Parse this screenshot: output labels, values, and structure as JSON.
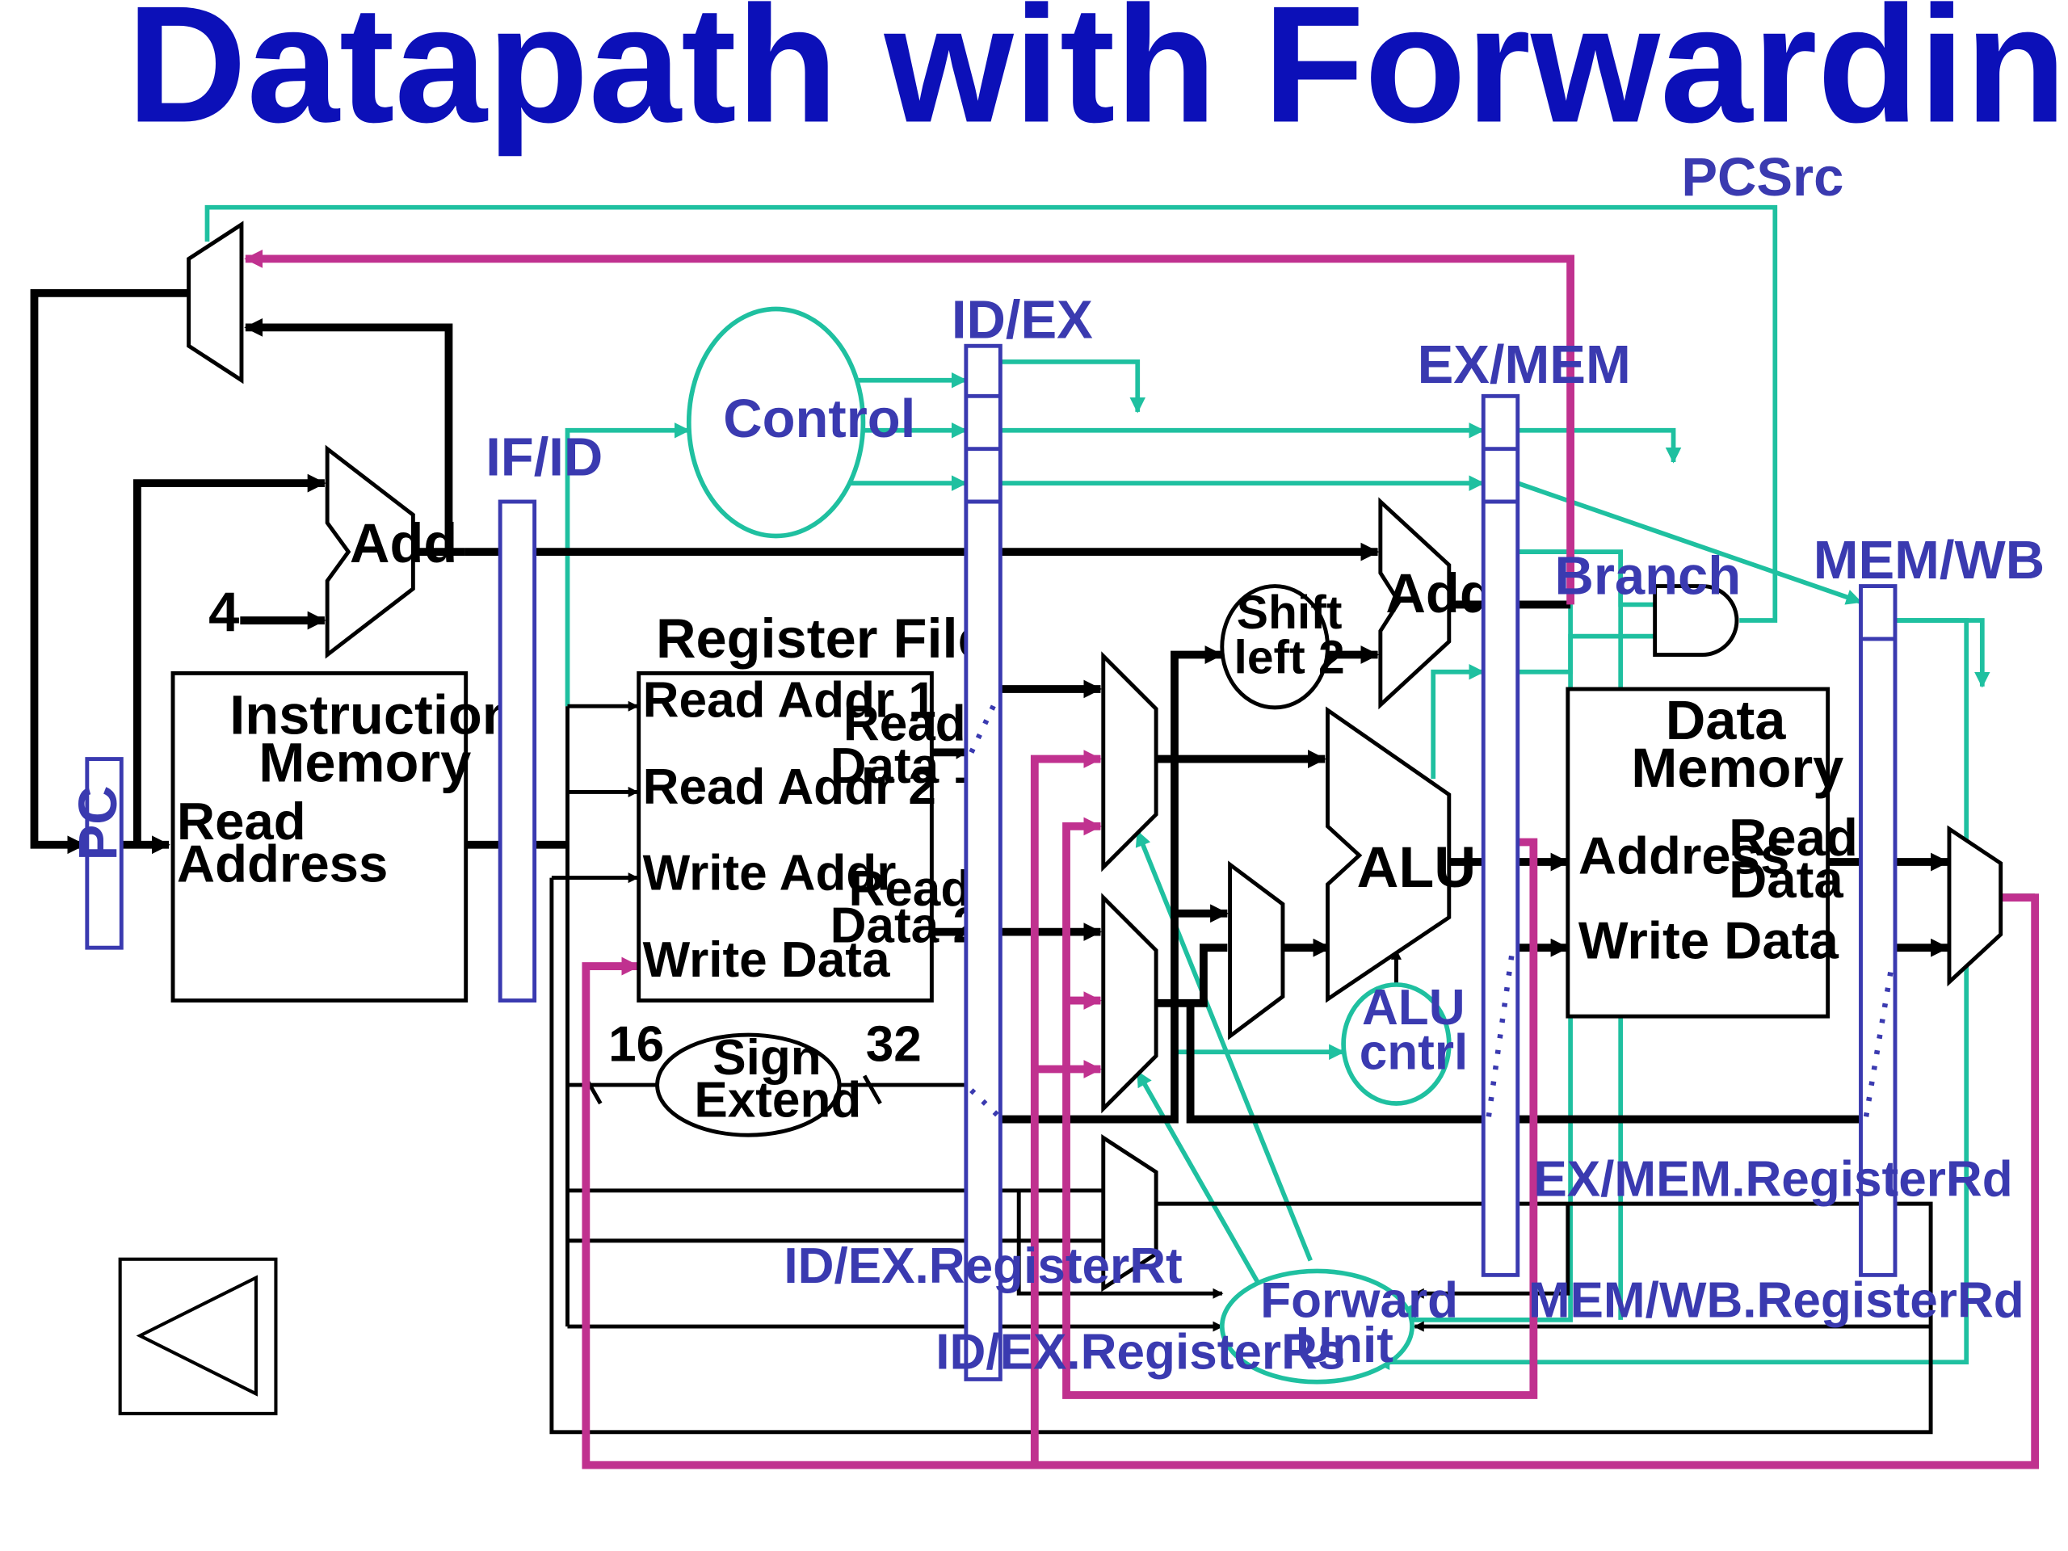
{
  "title": "Datapath with Forwarding Hardware",
  "labels": {
    "pcsrc": "PCSrc",
    "id_ex": "ID/EX",
    "ex_mem": "EX/MEM",
    "if_id": "IF/ID",
    "mem_wb": "MEM/WB",
    "control": "Control",
    "pc": "PC",
    "add_pc": "Add",
    "const4": "4",
    "instr_mem_1": "Instruction",
    "instr_mem_2": "Memory",
    "read_address_1": "Read",
    "read_address_2": "Address",
    "regfile_title": "Register File",
    "read_addr1": "Read Addr 1",
    "read_addr2": "Read Addr 2",
    "write_addr": "Write Addr",
    "write_data_rf": "Write Data",
    "read_data1_a": "Read",
    "read_data1_b": "Data 1",
    "read_data2_a": "Read",
    "read_data2_b": "Data 2",
    "sixteen": "16",
    "thirtytwo": "32",
    "sign_extend_1": "Sign",
    "sign_extend_2": "Extend",
    "shift_1": "Shift",
    "shift_2": "left 2",
    "add_branch": "Add",
    "alu": "ALU",
    "alu_cntrl_1": "ALU",
    "alu_cntrl_2": "cntrl",
    "branch": "Branch",
    "data_mem_1": "Data",
    "data_mem_2": "Memory",
    "dm_address": "Address",
    "dm_read_1": "Read",
    "dm_read_2": "Data",
    "dm_write": "Write Data",
    "exmem_rd": "EX/MEM.RegisterRd",
    "memwb_rd": "MEM/WB.RegisterRd",
    "idex_rt": "ID/EX.RegisterRt",
    "idex_rs": "ID/EX.RegisterRs",
    "forward_1": "Forward",
    "forward_2": "Unit"
  },
  "colors": {
    "title": "#0c10b8",
    "control_lines": "#1fc0a0",
    "forward_paths": "#c0318f",
    "pipeline_regs": "#3a3ab0"
  },
  "icons": {
    "back_button": "triangle-left-icon"
  }
}
